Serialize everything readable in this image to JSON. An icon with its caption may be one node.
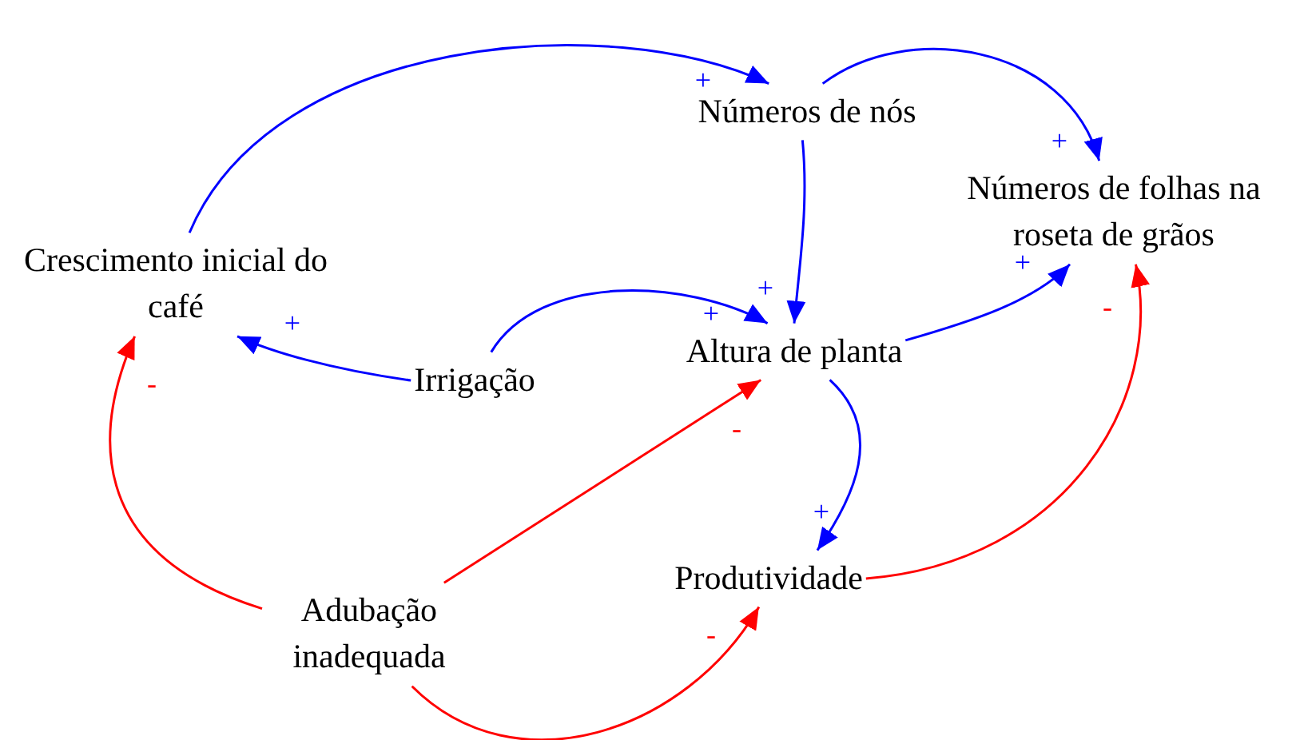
{
  "diagram": {
    "nodes": [
      {
        "text": [
          "Crescimento inicial do café"
        ]
      },
      {
        "text": [
          "Números de nós"
        ]
      },
      {
        "text": [
          "Números de folhas na roseta de grãos"
        ]
      },
      {
        "text": [
          "Altura de planta"
        ]
      },
      {
        "text": [
          "Irrigação"
        ]
      },
      {
        "text": [
          "Produtividade"
        ]
      },
      {
        "text": [
          "Adubação inadequada"
        ]
      }
    ],
    "edges": [
      {
        "from": 0,
        "to": 1,
        "arrow": "to",
        "label": "+"
      },
      {
        "from": 1,
        "to": 2,
        "arrow": "to",
        "label": "+"
      },
      {
        "from": 1,
        "to": 3,
        "arrow": "to",
        "label": "+"
      },
      {
        "from": 4,
        "to": 3,
        "arrow": "to",
        "label": "+"
      },
      {
        "from": 4,
        "to": 0,
        "arrow": "to",
        "label": "+"
      },
      {
        "from": 3,
        "to": 2,
        "arrow": "to",
        "label": "+"
      },
      {
        "from": 3,
        "to": 5,
        "arrow": "to",
        "label": "+"
      },
      {
        "from": 6,
        "to": 0,
        "arrow": "to",
        "label": "-",
        "color": "#ff0000"
      },
      {
        "from": 6,
        "to": 3,
        "arrow": "to",
        "label": "-",
        "color": "#ff0000"
      },
      {
        "from": 6,
        "to": 5,
        "arrow": "to",
        "label": "-",
        "color": "#ff0000"
      },
      {
        "from": 5,
        "to": 2,
        "arrow": "to",
        "label": "-",
        "color": "#ff0000"
      }
    ]
  }
}
